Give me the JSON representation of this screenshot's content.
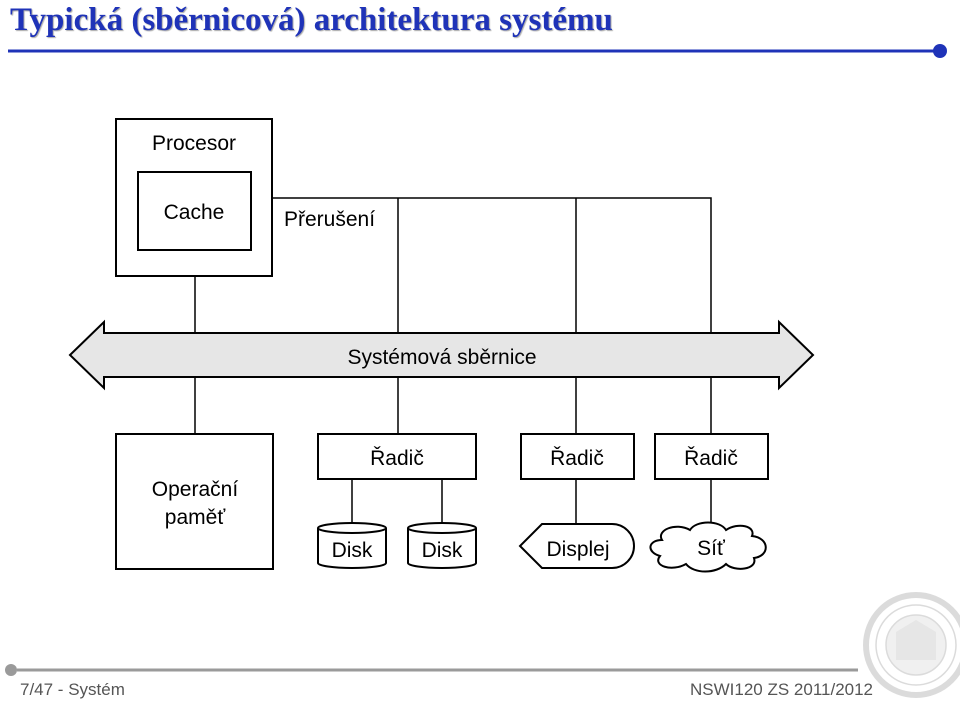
{
  "slide": {
    "title": "Typická (sběrnicová) architektura systému",
    "footer_left": "7/47 - Systém",
    "footer_right": "NSWI120 ZS 2011/2012"
  },
  "diagram": {
    "processor": "Procesor",
    "cache": "Cache",
    "interrupt": "Přerušení",
    "bus": "Systémová sběrnice",
    "memory_line1": "Operační",
    "memory_line2": "paměť",
    "controller1": "Řadič",
    "controller2": "Řadič",
    "controller3": "Řadič",
    "disk1": "Disk",
    "disk2": "Disk",
    "display": "Displej",
    "network": "Síť"
  },
  "colors": {
    "title": "#1f33b8",
    "accent_line": "#1f33b8",
    "bus_fill": "#e6e6e6",
    "footer_text": "#555555"
  }
}
